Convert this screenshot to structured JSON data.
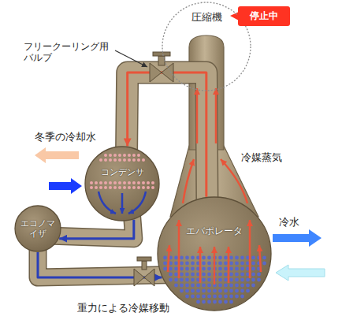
{
  "diagram": {
    "nodes": [
      {
        "text": [
          "圧縮機"
        ]
      },
      {
        "text": [
          "停止中"
        ]
      },
      {
        "text": [
          "コンデンサ"
        ]
      },
      {
        "text": [
          "エコノマイザ"
        ]
      },
      {
        "text": [
          "エバポレータ"
        ]
      }
    ],
    "edges": [
      {
        "from": 2,
        "to": 3,
        "arrow": "to"
      },
      {
        "from": 3,
        "to": 4,
        "arrow": "to"
      },
      {
        "from": 4,
        "to": 2,
        "arrow": "to"
      }
    ],
    "labels": [
      "フリークーリング用 バルブ",
      "冷媒蒸気",
      "冬季の冷却水",
      "冷水",
      "重力による冷媒移動"
    ]
  }
}
